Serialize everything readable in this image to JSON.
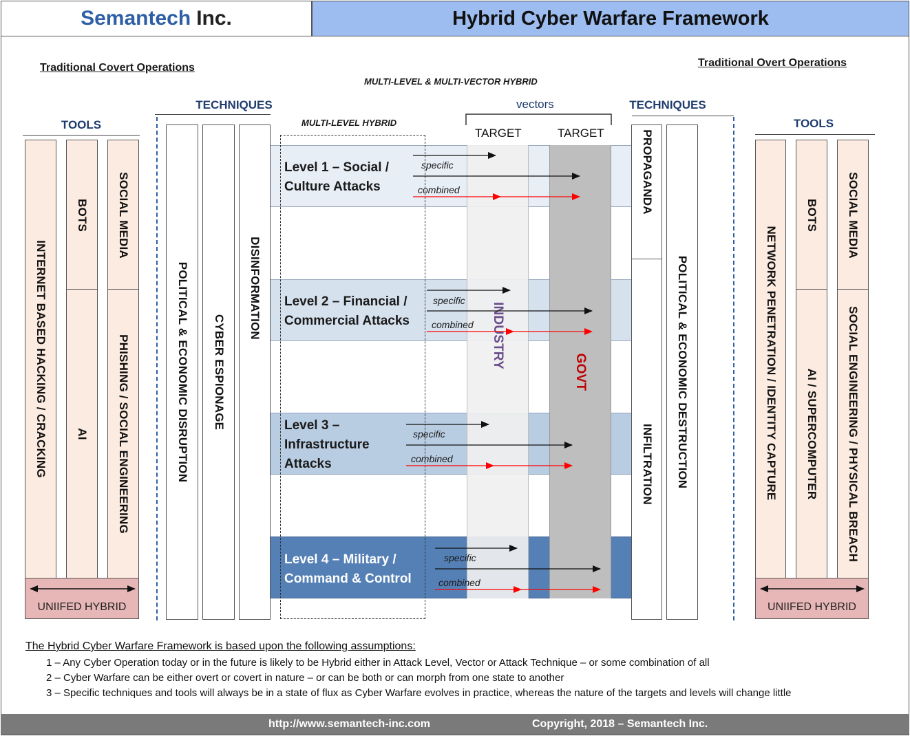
{
  "header": {
    "brand": "Semantech",
    "brand_suffix": "Inc.",
    "title": "Hybrid Cyber Warfare Framework"
  },
  "labels": {
    "covert": "Traditional Covert Operations",
    "overt": "Traditional Overt Operations",
    "multi_vector": "MULTI-LEVEL & MULTI-VECTOR HYBRID",
    "multi_level": "MULTI-LEVEL HYBRID",
    "tools": "TOOLS",
    "techniques": "TECHNIQUES",
    "vectors": "vectors",
    "target": "TARGET",
    "specific": "specific",
    "combined": "combined",
    "unified": "UNIIFED HYBRID"
  },
  "left_tools": {
    "col1": [
      "INTERNET BASED HACKING / CRACKING"
    ],
    "col2": [
      "BOTS",
      "AI"
    ],
    "col3": [
      "SOCIAL MEDIA",
      "PHISHING / SOCIAL ENGINEERING"
    ]
  },
  "left_techniques": [
    "POLITICAL & ECONOMIC DISRUPTION",
    "CYBER ESPIONAGE",
    "DISINFORMATION"
  ],
  "levels": [
    {
      "line1": "Level 1 – Social /",
      "line2": "Culture Attacks",
      "line3": ""
    },
    {
      "line1": "Level 2 – Financial /",
      "line2": "Commercial Attacks",
      "line3": ""
    },
    {
      "line1": "Level 3 –",
      "line2": "Infrastructure",
      "line3": "Attacks"
    },
    {
      "line1": "Level 4 – Military /",
      "line2": "Command & Control",
      "line3": ""
    }
  ],
  "targets": {
    "industry": "INDUSTRY",
    "govt": "GOVT"
  },
  "right_techniques": {
    "propaganda": "PROPAGANDA",
    "infiltration": "INFILTRATION",
    "destruction": "POLITICAL & ECONOMIC DESTRUCTION"
  },
  "right_tools": {
    "col1": [
      "NETWORK PENETRATION / IDENTITY CAPTURE"
    ],
    "col2": [
      "BOTS",
      "AI / SUPERCOMPUTER"
    ],
    "col3": [
      "SOCIAL MEDIA",
      "SOCIAL ENGINEERING / PHYSICAL BREACH"
    ]
  },
  "assumptions": {
    "title": "The Hybrid Cyber Warfare Framework is based upon the following assumptions:",
    "items": [
      "1 – Any Cyber Operation today or in the future is likely to be Hybrid either in Attack Level, Vector or Attack Technique – or some combination of all",
      "2 – Cyber Warfare can be either overt or covert in nature – or can be both or can morph from one state to another",
      "3 – Specific techniques and tools will always be in a state of flux as Cyber Warfare evolves in practice, whereas the nature of the targets and levels will change little"
    ]
  },
  "footer": {
    "url": "http://www.semantech-inc.com",
    "copyright": "Copyright, 2018 – Semantech Inc."
  },
  "colors": {
    "header_blue": "#9dbcf0",
    "brand_blue": "#2e5fa6",
    "tool_fill": "#fcebe0",
    "unified_fill": "#e7b7b7",
    "level1": "#e8eef6",
    "level2": "#d6e1ee",
    "level3": "#b9cde2",
    "level4": "#5580b5",
    "industry": "#f0f0f0",
    "govt": "#bebebe",
    "industry_text": "#6b4d8a",
    "govt_text": "#c00000",
    "combined_arrow": "#ff0000"
  }
}
